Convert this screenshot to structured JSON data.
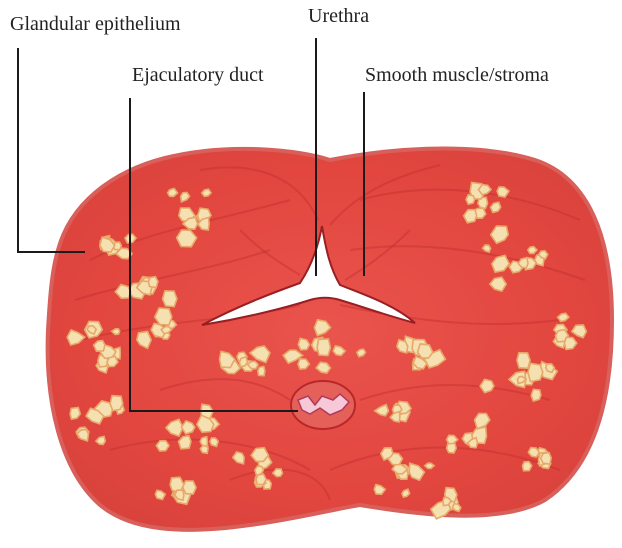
{
  "labels": {
    "glandular": "Glandular epithelium",
    "urethra": "Urethra",
    "ejaculatory": "Ejaculatory duct",
    "stroma": "Smooth muscle/stroma"
  },
  "colors": {
    "tissue_fill": "#e8504a",
    "tissue_dark": "#b8282a",
    "tissue_light": "#f2796d",
    "outline": "#c0373a",
    "gland_fill": "#f4e0b0",
    "gland_edge": "#e7a86a",
    "lumen": "#ffffff",
    "leader": "#1a1a1a"
  }
}
